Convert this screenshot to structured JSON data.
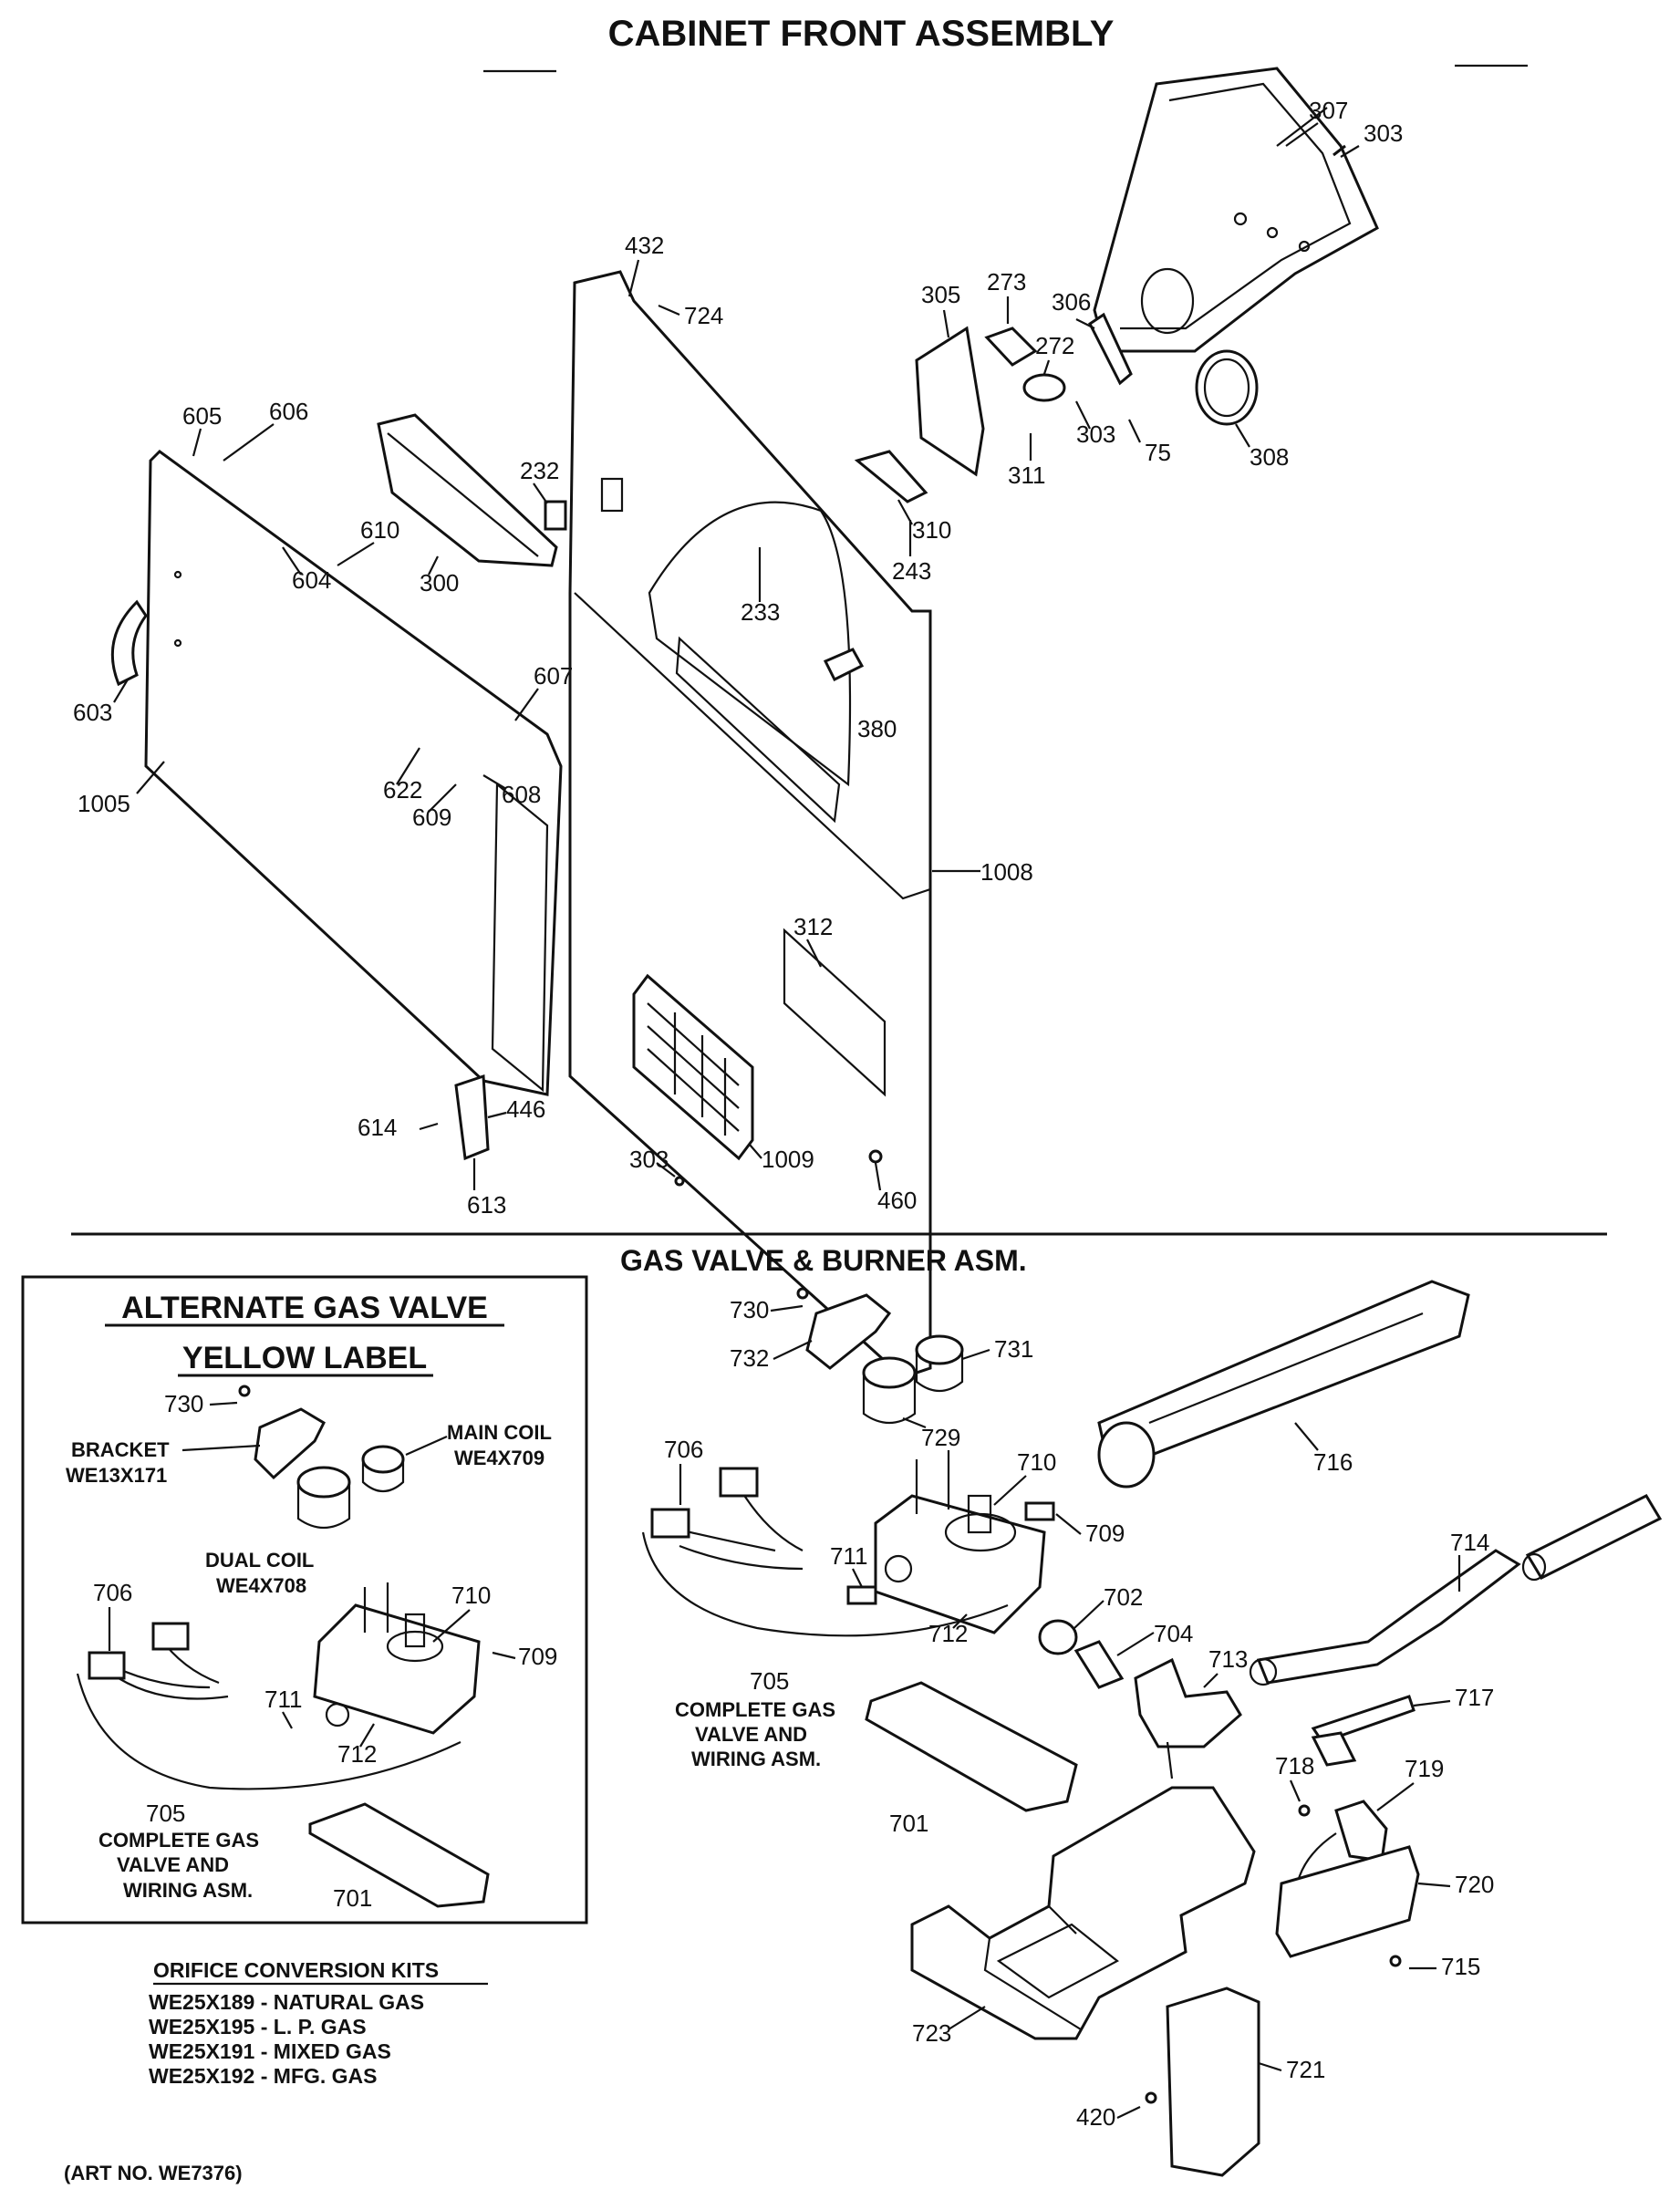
{
  "title": "CABINET FRONT ASSEMBLY",
  "section2_title": "GAS VALVE & BURNER ASM.",
  "alt_box": {
    "title_line1": "ALTERNATE GAS VALVE",
    "title_line2": "YELLOW LABEL",
    "bracket": "BRACKET",
    "bracket_part": "WE13X171",
    "main_coil": "MAIN COIL",
    "main_coil_part": "WE4X709",
    "dual_coil": "DUAL COIL",
    "dual_coil_part": "WE4X708",
    "complete_l1": "COMPLETE GAS",
    "complete_l2": "VALVE AND",
    "complete_l3": "WIRING ASM."
  },
  "main_complete": {
    "l1": "COMPLETE GAS",
    "l2": "VALVE AND",
    "l3": "WIRING ASM."
  },
  "orifice_kits": {
    "heading": "ORIFICE CONVERSION KITS",
    "items": [
      "WE25X189 - NATURAL GAS",
      "WE25X195 - L. P. GAS",
      "WE25X191 - MIXED GAS",
      "WE25X192 - MFG. GAS"
    ]
  },
  "art_no": "(ART NO. WE7376)",
  "labels": {
    "p307": "307",
    "p303a": "303",
    "p432": "432",
    "p724": "724",
    "p305": "305",
    "p273": "273",
    "p306": "306",
    "p272": "272",
    "p605": "605",
    "p606": "606",
    "p232": "232",
    "p303b": "303",
    "p75": "75",
    "p308": "308",
    "p311": "311",
    "p310": "310",
    "p610": "610",
    "p604": "604",
    "p300": "300",
    "p243": "243",
    "p233": "233",
    "p603": "603",
    "p607": "607",
    "p380": "380",
    "p1005": "1005",
    "p622": "622",
    "p608": "608",
    "p609": "609",
    "p1008": "1008",
    "p312": "312",
    "p614": "614",
    "p446": "446",
    "p613": "613",
    "p303c": "303",
    "p1009": "1009",
    "p460": "460",
    "a730": "730",
    "a706": "706",
    "a710": "710",
    "a709": "709",
    "a711": "711",
    "a712": "712",
    "a705": "705",
    "a701": "701",
    "m730": "730",
    "m732": "732",
    "m731": "731",
    "m729": "729",
    "m706": "706",
    "m710": "710",
    "m709": "709",
    "m711": "711",
    "m716": "716",
    "m702": "702",
    "m712": "712",
    "m704": "704",
    "m713": "713",
    "m714": "714",
    "m705": "705",
    "m717": "717",
    "m701": "701",
    "m718": "718",
    "m719": "719",
    "m720": "720",
    "m715": "715",
    "m723": "723",
    "m721": "721",
    "m420": "420"
  }
}
